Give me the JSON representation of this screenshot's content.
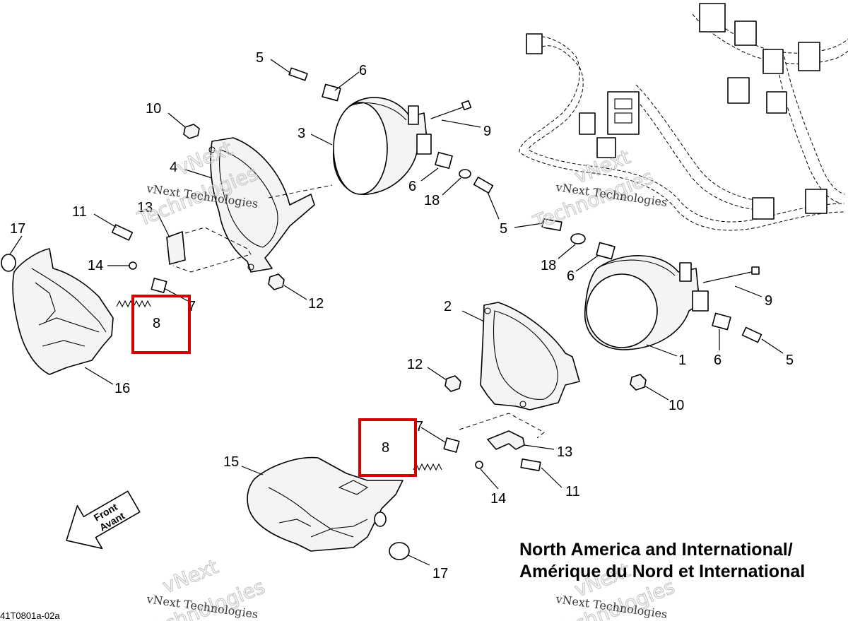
{
  "diagram": {
    "figure_code": "41T0801a-02a",
    "region_label": {
      "line1": "North America and International/",
      "line2": "Amérique du Nord et International"
    },
    "front_arrow": {
      "line1": "Front",
      "line2": "Avant"
    },
    "watermarks": {
      "small": "vNext Technologies",
      "large_line1": "vNext",
      "large_line2": "Technologies"
    },
    "callouts": {
      "c1": "1",
      "c2": "2",
      "c3": "3",
      "c4": "4",
      "c5a": "5",
      "c5b": "5",
      "c5c": "5",
      "c6a": "6",
      "c6b": "6",
      "c6c": "6",
      "c6d": "6",
      "c7a": "7",
      "c7b": "7",
      "c8a": "8",
      "c8b": "8",
      "c9a": "9",
      "c9b": "9",
      "c10a": "10",
      "c10b": "10",
      "c11a": "11",
      "c11b": "11",
      "c12a": "12",
      "c12b": "12",
      "c13a": "13",
      "c13b": "13",
      "c14a": "14",
      "c14b": "14",
      "c15": "15",
      "c16": "16",
      "c17a": "17",
      "c17b": "17",
      "c18a": "18",
      "c18b": "18"
    },
    "highlight_color": "#d40000"
  }
}
